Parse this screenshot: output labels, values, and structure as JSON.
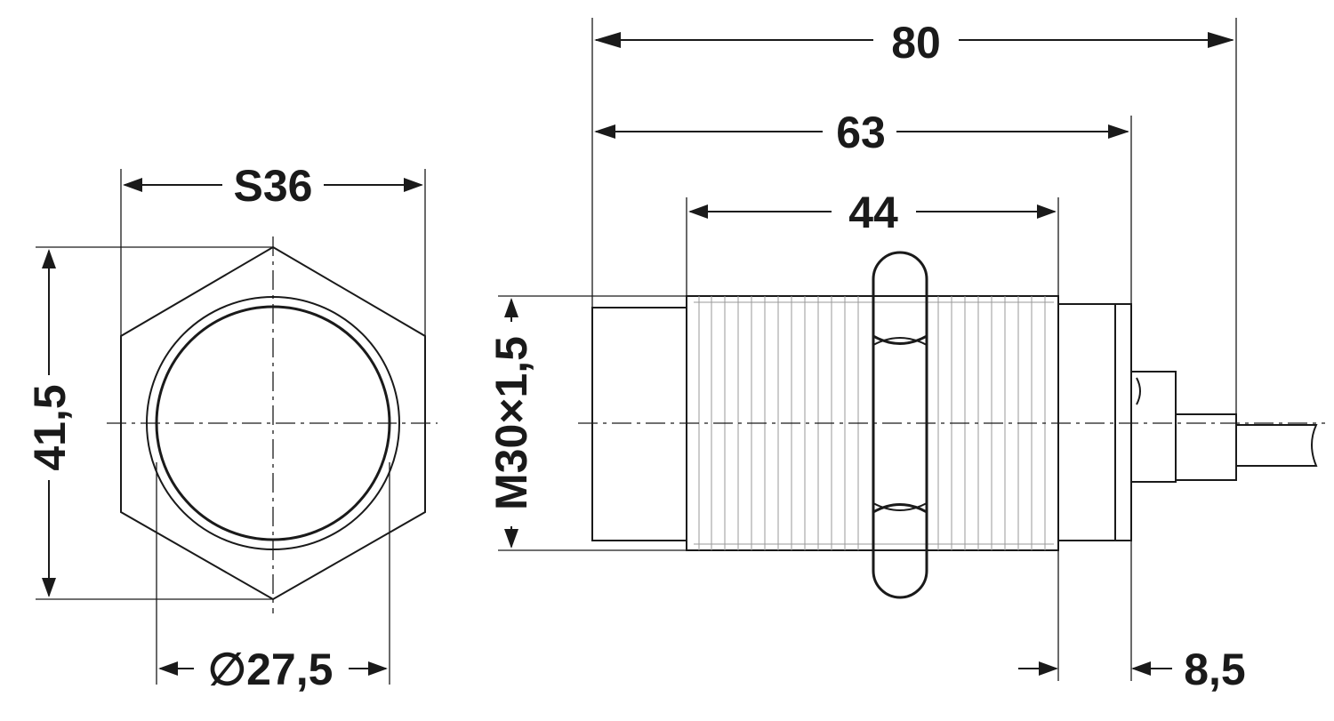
{
  "front_view": {
    "width_label": "S36",
    "height_label": "41,5",
    "diameter_label": "∅27,5"
  },
  "side_view": {
    "length_total_label": "80",
    "length_body_label": "63",
    "length_thread_label": "44",
    "thread_label": "M30×1,5",
    "tail_label": "8,5"
  }
}
